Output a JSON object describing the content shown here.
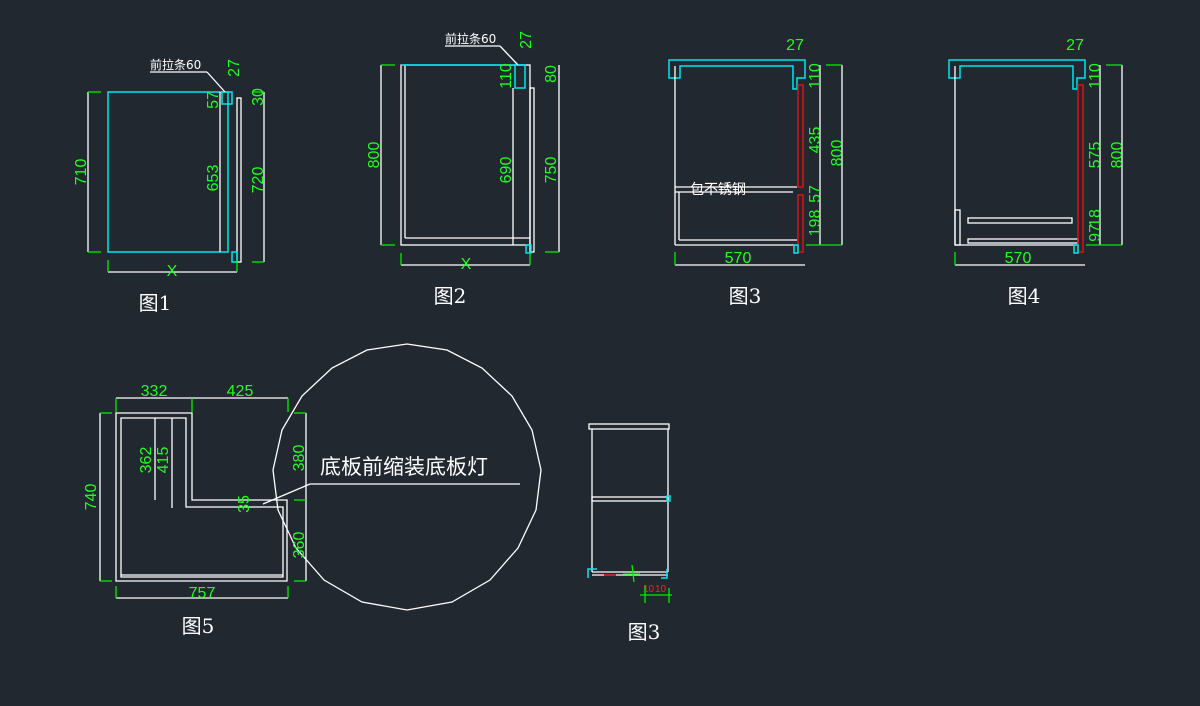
{
  "figures": {
    "fig1": {
      "caption": "图1",
      "note": "前拉条60",
      "dims": {
        "top": "27",
        "left": "710",
        "r1": "30",
        "r2": "720",
        "i1": "57",
        "i2": "653",
        "bottom": "X"
      }
    },
    "fig2": {
      "caption": "图2",
      "note": "前拉条60",
      "dims": {
        "top": "27",
        "left": "800",
        "r1": "80",
        "r2": "750",
        "i1": "110",
        "i2": "690",
        "bottom": "X"
      }
    },
    "fig3": {
      "caption": "图3",
      "note": "包不锈钢",
      "dims": {
        "top": "27",
        "a": "110",
        "b": "435",
        "c": "57",
        "d": "198",
        "right": "800",
        "bottom": "570"
      }
    },
    "fig4": {
      "caption": "图4",
      "dims": {
        "top": "27",
        "a": "110",
        "b": "575",
        "c": "97",
        "d": "18",
        "right": "800",
        "bottom": "570"
      }
    },
    "fig5": {
      "caption": "图5",
      "note": "底板前缩装底板灯",
      "dims": {
        "t1": "332",
        "t2": "425",
        "left": "740",
        "r1": "380",
        "r2": "360",
        "i1": "362",
        "i2": "415",
        "i3": "35",
        "bottom": "757"
      }
    },
    "fig6": {
      "caption": "图3",
      "dims": {
        "a": "10",
        "b": "10"
      }
    }
  }
}
